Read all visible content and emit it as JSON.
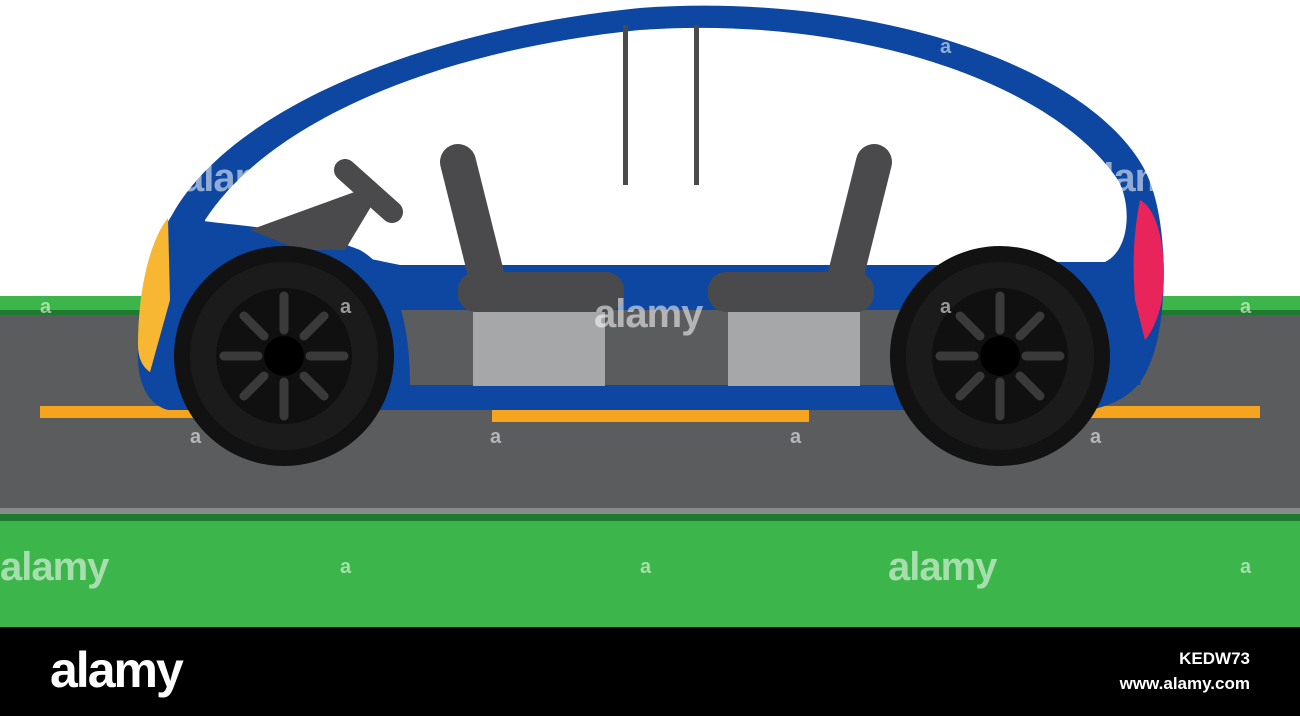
{
  "colors": {
    "grass": "#3cb54a",
    "grass_dark": "#1e7a2e",
    "road": "#5b5c5e",
    "road_edge": "#8a8b8d",
    "lane_marking": "#f6a31e",
    "car_body": "#0d47a1",
    "seat": "#4a4a4c",
    "seat_base": "#a6a7a9",
    "wheel": "#121212",
    "headlight": "#f7b733",
    "taillight": "#e8245a"
  },
  "watermark": {
    "word": "alamy",
    "letter": "a"
  },
  "footer": {
    "logo": "alamy",
    "image_id": "KEDW73",
    "url": "www.alamy.com"
  }
}
